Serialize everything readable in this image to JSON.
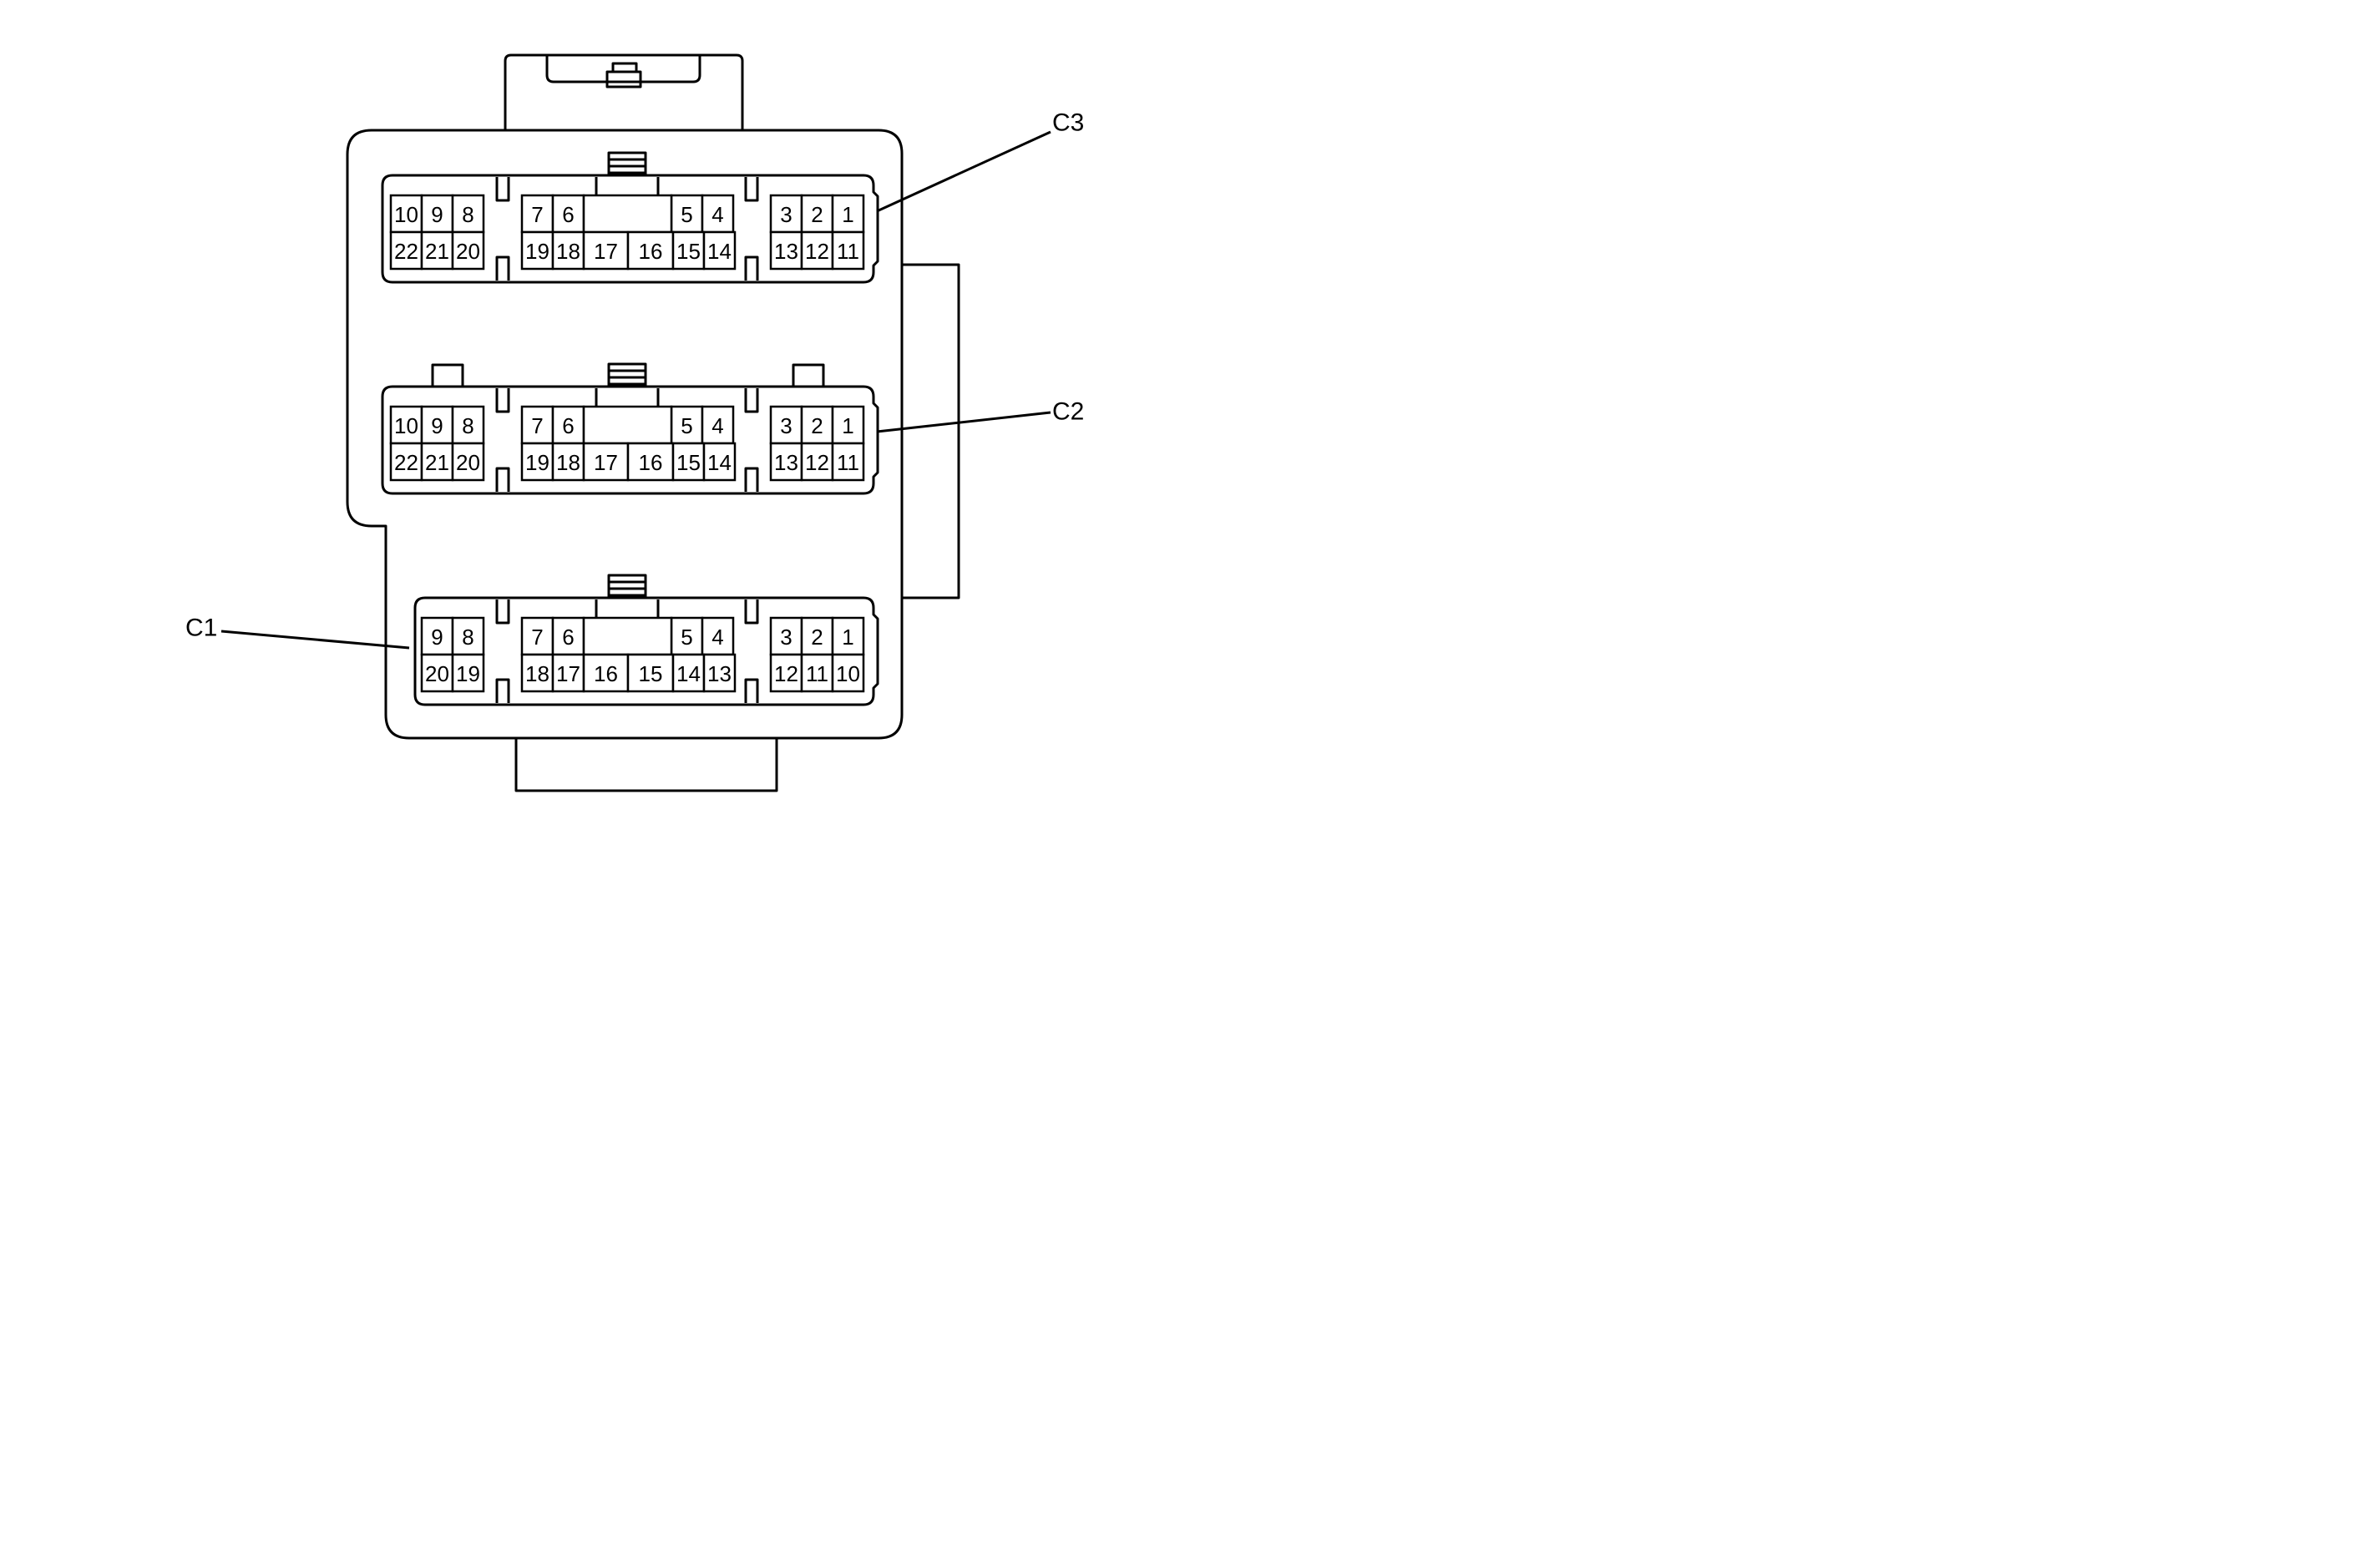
{
  "connectors": [
    {
      "id": "C3",
      "label": "C3",
      "left": [
        "10",
        "9",
        "8",
        "22",
        "21",
        "20"
      ],
      "mid_top": [
        "7",
        "6",
        "5",
        "4"
      ],
      "mid_bottom": [
        "19",
        "18",
        "17",
        "16",
        "15",
        "14"
      ],
      "right": [
        "3",
        "2",
        "1",
        "13",
        "12",
        "11"
      ]
    },
    {
      "id": "C2",
      "label": "C2",
      "left": [
        "10",
        "9",
        "8",
        "22",
        "21",
        "20"
      ],
      "mid_top": [
        "7",
        "6",
        "5",
        "4"
      ],
      "mid_bottom": [
        "19",
        "18",
        "17",
        "16",
        "15",
        "14"
      ],
      "right": [
        "3",
        "2",
        "1",
        "13",
        "12",
        "11"
      ]
    },
    {
      "id": "C1",
      "label": "C1",
      "left": [
        "9",
        "8",
        "20",
        "19"
      ],
      "mid_top": [
        "7",
        "6",
        "5",
        "4"
      ],
      "mid_bottom": [
        "18",
        "17",
        "16",
        "15",
        "14",
        "13"
      ],
      "right": [
        "3",
        "2",
        "1",
        "12",
        "11",
        "10"
      ]
    }
  ]
}
